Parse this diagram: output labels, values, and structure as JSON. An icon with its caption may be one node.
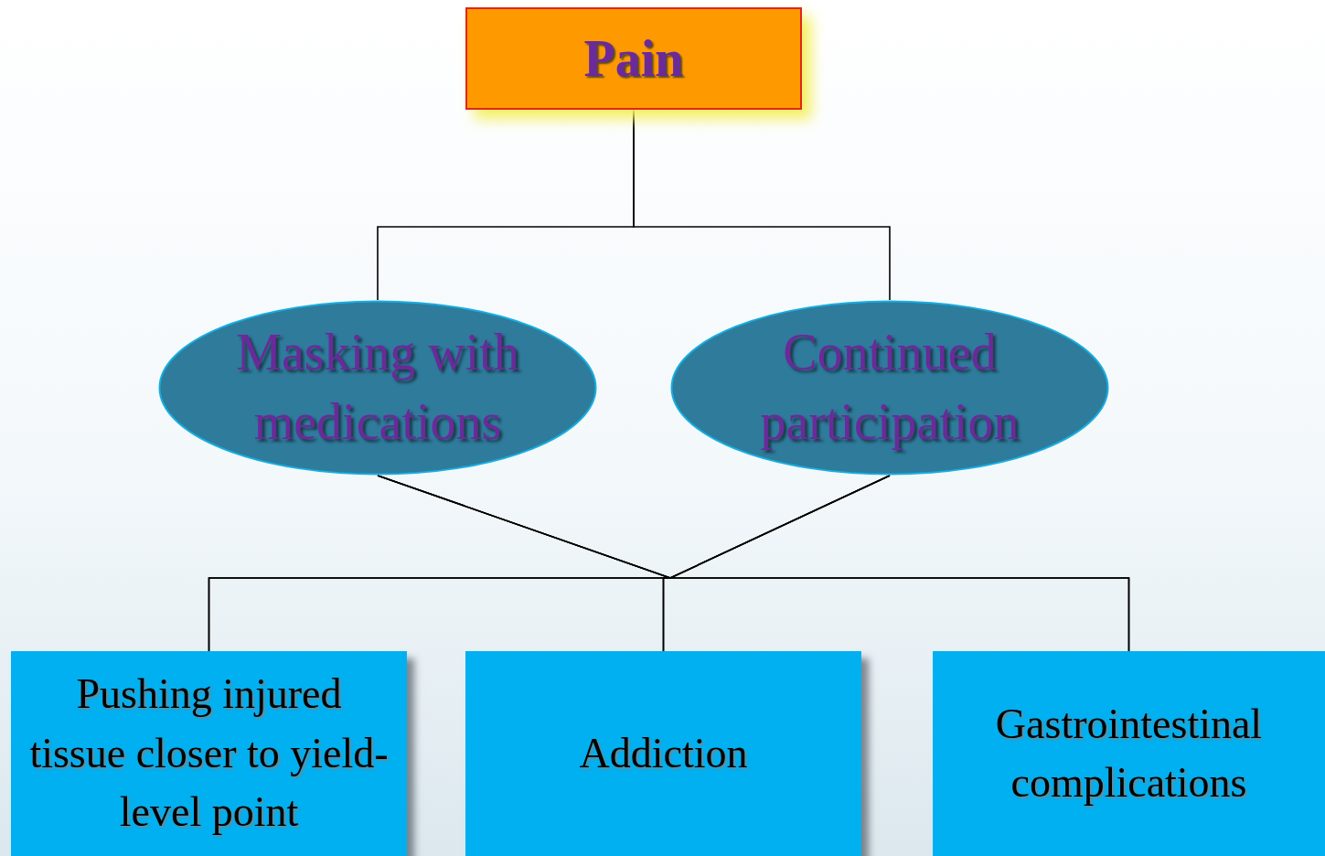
{
  "diagram": {
    "nodes": [
      {
        "text": [
          "Pain"
        ]
      },
      {
        "text": [
          "Masking with medications"
        ]
      },
      {
        "text": [
          "Continued participation"
        ]
      },
      {
        "text": [
          "Pushing injured tissue closer to yield-level point"
        ]
      },
      {
        "text": [
          "Addiction"
        ]
      },
      {
        "text": [
          "Gastrointestinal complications"
        ]
      }
    ],
    "edges": [
      {
        "from": 0,
        "to": 1,
        "arrow": "none"
      },
      {
        "from": 0,
        "to": 2,
        "arrow": "none"
      },
      {
        "from": 1,
        "to": 3,
        "arrow": "none"
      },
      {
        "from": 1,
        "to": 4,
        "arrow": "none"
      },
      {
        "from": 1,
        "to": 5,
        "arrow": "none"
      },
      {
        "from": 2,
        "to": 3,
        "arrow": "none"
      },
      {
        "from": 2,
        "to": 4,
        "arrow": "none"
      },
      {
        "from": 2,
        "to": 5,
        "arrow": "none"
      }
    ]
  }
}
